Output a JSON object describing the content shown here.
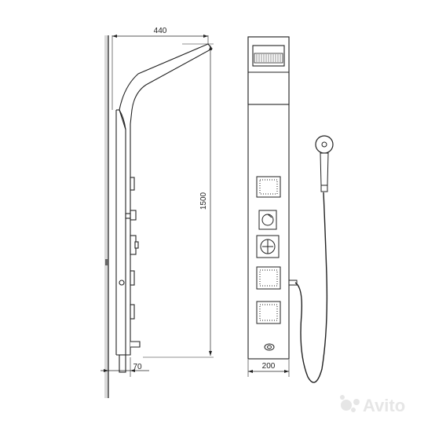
{
  "drawing": {
    "side_view": {
      "width_label": "440",
      "height_label": "1500",
      "depth_label": "70"
    },
    "front_view": {
      "width_label": "200"
    }
  },
  "watermark": {
    "text": "Avito",
    "color": "#e6e6e6"
  },
  "colors": {
    "line": "#222222",
    "wall_shadow": "#c8c8c8"
  }
}
